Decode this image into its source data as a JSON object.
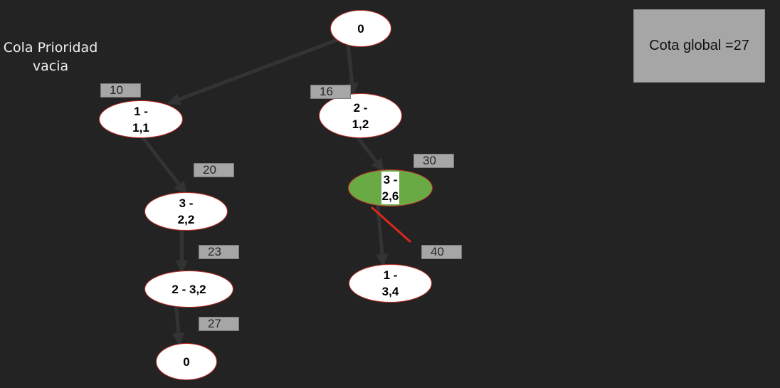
{
  "queue_label": "Cola Prioridad\nvacia",
  "global_bound": "Cota global =27",
  "colors": {
    "background": "#232323",
    "edge": "#333333",
    "node_border": "#c4302b",
    "node_fill": "#ffffff",
    "selected_node_fill": "#6aaa45",
    "cost_box": "#a6a6a6",
    "prune_mark": "#d9281e"
  },
  "nodes": [
    {
      "id": "root",
      "label": "0"
    },
    {
      "id": "n1",
      "label": "1 -\n1,1"
    },
    {
      "id": "n2",
      "label": "2 -\n1,2"
    },
    {
      "id": "n3",
      "label": "3 -\n2,2"
    },
    {
      "id": "n4",
      "label": "3 -\n2,6",
      "selected": true
    },
    {
      "id": "n5",
      "label": "2 - 3,2"
    },
    {
      "id": "n6",
      "label": "1 -\n3,4"
    },
    {
      "id": "n7",
      "label": "0"
    }
  ],
  "edges": [
    {
      "from": "root",
      "to": "n1"
    },
    {
      "from": "root",
      "to": "n2"
    },
    {
      "from": "n1",
      "to": "n3"
    },
    {
      "from": "n2",
      "to": "n4"
    },
    {
      "from": "n3",
      "to": "n5"
    },
    {
      "from": "n4",
      "to": "n6",
      "pruned": true
    },
    {
      "from": "n5",
      "to": "n7"
    }
  ],
  "costs": [
    {
      "node": "n1",
      "value": "10"
    },
    {
      "node": "n2",
      "value": "16"
    },
    {
      "node": "n3",
      "value": "20"
    },
    {
      "node": "n4",
      "value": "30"
    },
    {
      "node": "n5",
      "value": "23"
    },
    {
      "node": "n6",
      "value": "40"
    },
    {
      "node": "n7",
      "value": "27"
    }
  ]
}
